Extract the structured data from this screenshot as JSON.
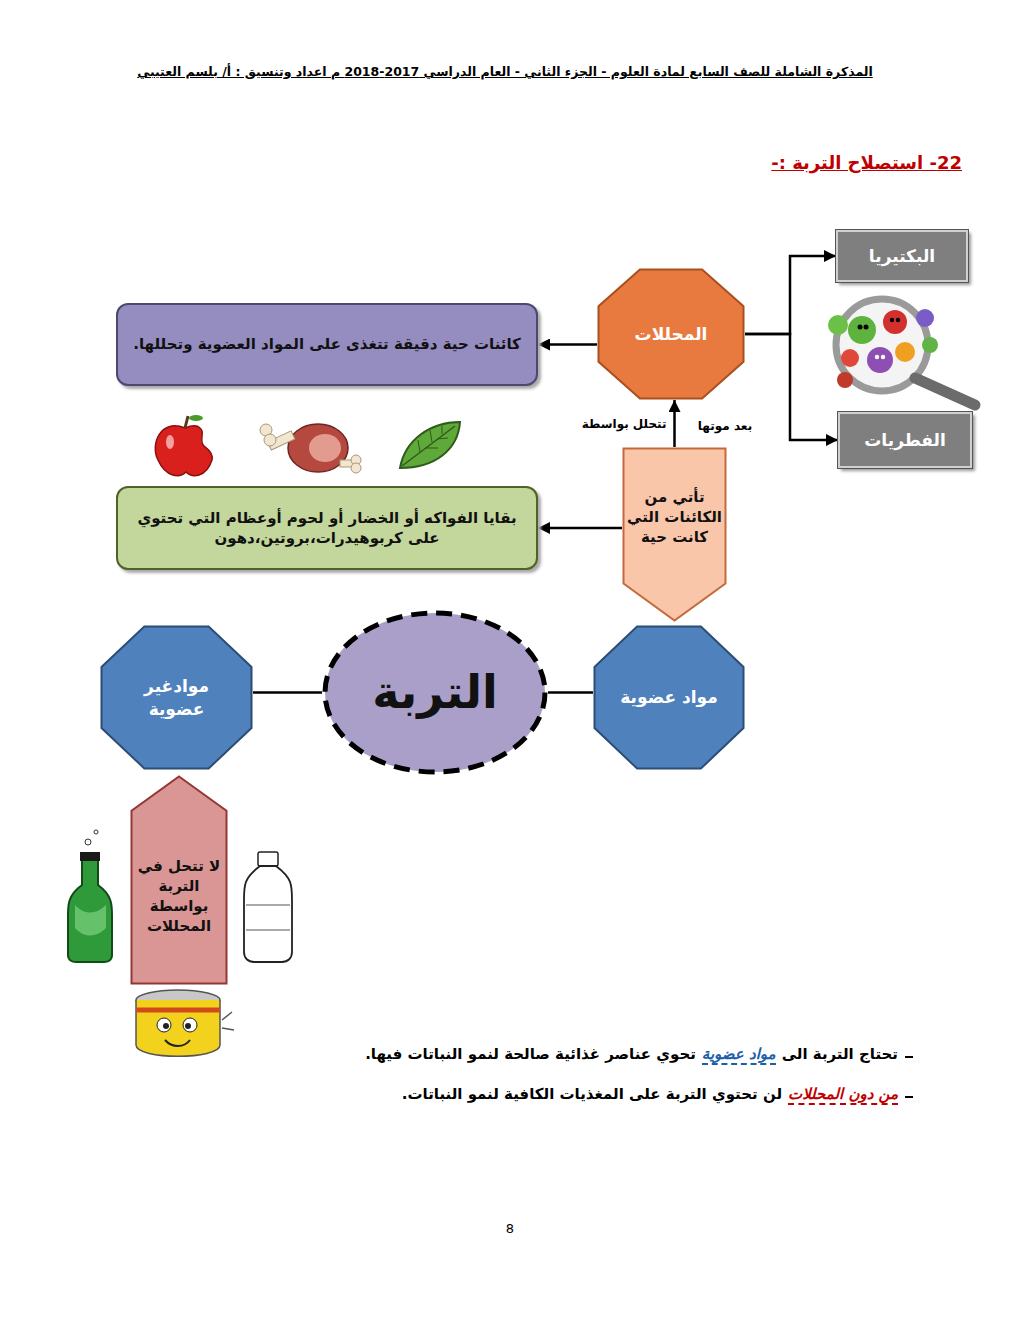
{
  "diagram": {
    "title": "22- استصلاح التربة :-",
    "nodes": [
      {
        "text": [
          "البكتيريا"
        ]
      },
      {
        "text": [
          "المحللات"
        ]
      },
      {
        "text": [
          "كائنات حية دقيقة تتغذى على المواد العضوية وتحللها."
        ]
      },
      {
        "text": [
          "الفطريات"
        ]
      },
      {
        "text": [
          "تأتي من الكائنات التي كانت حية"
        ]
      },
      {
        "text": [
          "بقايا الفواكه أو الخضار أو لحوم أوعظام التي تحتوي على كربوهيدرات،بروتين،دهون"
        ]
      },
      {
        "text": [
          "التربة"
        ]
      },
      {
        "text": [
          "موادغير عضوية"
        ]
      },
      {
        "text": [
          "مواد عضوية"
        ]
      },
      {
        "text": [
          "لا تتحل في التربة بواسطة المحللات"
        ]
      }
    ],
    "edges": [
      {
        "from": 1,
        "to": 0,
        "arrow": "to"
      },
      {
        "from": 1,
        "to": 3,
        "arrow": "to"
      },
      {
        "from": 1,
        "to": 2,
        "arrow": "to"
      },
      {
        "from": 4,
        "to": 1,
        "label": "تتحلل بواسطة",
        "arrow": "to"
      },
      {
        "from": 4,
        "to": 5,
        "arrow": "to"
      },
      {
        "from": 6,
        "to": 7,
        "arrow": "none"
      },
      {
        "from": 6,
        "to": 8,
        "arrow": "none"
      }
    ],
    "labels": [
      "المذكرة الشاملة للصف السابع لمادة العلوم - الجزء الثاني - العام الدراسي 2017-2018 م اعداد وتنسيق : أ/ بلسم العتيبي",
      "بعد موتها",
      "تحتاج التربة الى",
      "مواد عضوية",
      "تحوي عناصر غذائية صالحة لنمو النباتات فيها.",
      "من دون المحللات",
      "لن تحتوي التربة على المغذيات الكافية لنمو النباتات.",
      "8"
    ]
  }
}
